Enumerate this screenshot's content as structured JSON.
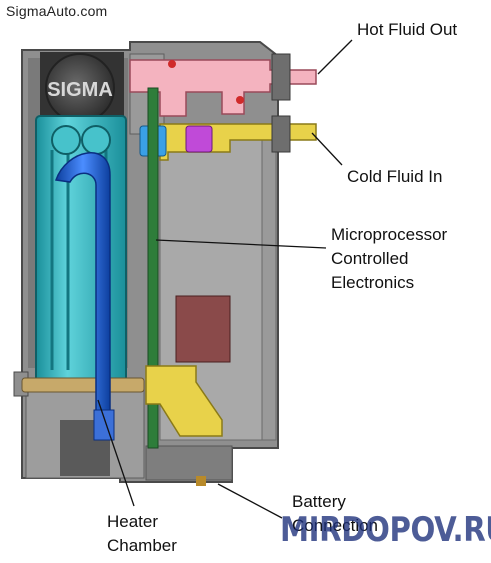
{
  "site_caption": "SigmaAuto.com",
  "logo_text": "SIGMA",
  "watermark": "MIRDOPOV.RU",
  "labels": {
    "hot_fluid_out": "Hot Fluid Out",
    "cold_fluid_in": "Cold Fluid In",
    "microprocessor": [
      "Microprocessor",
      "Controlled",
      "Electronics"
    ],
    "battery": [
      "Battery",
      "Connection"
    ],
    "heater": [
      "Heater",
      "Chamber"
    ]
  },
  "colors": {
    "housing": "#8f8f8f",
    "housing_dark": "#5e5e5e",
    "heater_chamber": "#2fb8c2",
    "heater_coil": "#1f63d6",
    "hot_pipe": "#f4b3bf",
    "cold_pipe": "#e8d24a",
    "circuit_board": "#2e7d3a",
    "chip": "#8a4a4a",
    "valve": "#c04ad8"
  }
}
